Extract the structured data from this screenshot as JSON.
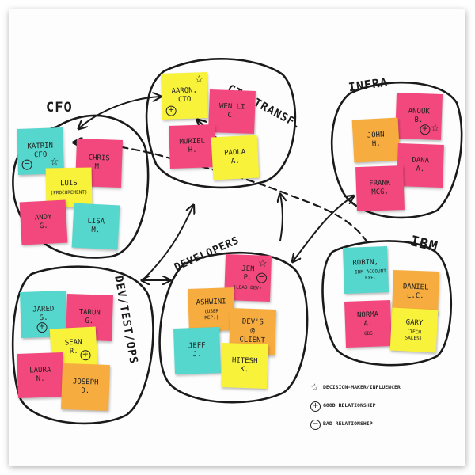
{
  "groups": {
    "cfo": "CFO",
    "cto": "CTO TRANSF.",
    "infra": "INFRA",
    "ibm": "IBM",
    "developers": "DEVELOPERS",
    "devtestops": "DEV/TEST/OPS"
  },
  "notes": {
    "katrin": {
      "name1": "KATRIN",
      "name2": "CFO",
      "color": "#55d7cd"
    },
    "chris": {
      "name1": "CHRIS",
      "name2": "M.",
      "color": "#f3487e"
    },
    "luis": {
      "name1": "LUIS",
      "desc": "(PROCUREMENT)",
      "color": "#f8f23a"
    },
    "andy": {
      "name1": "ANDY",
      "name2": "G.",
      "color": "#f3487e"
    },
    "lisa": {
      "name1": "LISA",
      "name2": "M.",
      "color": "#55d7cd"
    },
    "aaron": {
      "name1": "AARON,",
      "name2": "CTO",
      "color": "#f8f23a"
    },
    "wenli": {
      "name1": "WEN LI",
      "name2": "C.",
      "color": "#f3487e"
    },
    "muriel": {
      "name1": "MURIEL",
      "name2": "H.",
      "color": "#f3487e"
    },
    "paola": {
      "name1": "PAOLA",
      "name2": "A.",
      "color": "#f8f23a"
    },
    "anouk": {
      "name1": "ANOUK",
      "name2": "B.",
      "color": "#f3487e"
    },
    "john": {
      "name1": "JOHN",
      "name2": "H.",
      "color": "#f6ac3e"
    },
    "dana": {
      "name1": "DANA",
      "name2": "A.",
      "color": "#f3487e"
    },
    "frank": {
      "name1": "FRANK",
      "name2": "McG.",
      "color": "#f3487e"
    },
    "robin": {
      "name1": "ROBIN,",
      "desc": "IBM ACCOUNT EXEC",
      "color": "#55d7cd"
    },
    "daniel": {
      "name1": "DANIEL",
      "name2": "L.C.",
      "color": "#f6ac3e"
    },
    "norma": {
      "name1": "NORMA",
      "name2": "A.",
      "desc": "GBS",
      "color": "#f3487e"
    },
    "gary": {
      "name1": "GARY",
      "desc": "(TECH SALES)",
      "color": "#f8f23a"
    },
    "jenp": {
      "name1": "JEN",
      "name2": "P.",
      "desc": "(LEAD DEV)",
      "color": "#f3487e"
    },
    "ashwini": {
      "name1": "ASHWINI",
      "desc": "(USER REP.)",
      "color": "#f6ac3e"
    },
    "devs": {
      "name1": "DEV'S",
      "name2": "@",
      "name3": "CLIENT",
      "color": "#f6ac3e"
    },
    "jeff": {
      "name1": "JEFF",
      "name2": "J.",
      "color": "#55d7cd"
    },
    "hitesh": {
      "name1": "HITESH",
      "name2": "K.",
      "color": "#f8f23a"
    },
    "jared": {
      "name1": "JARED",
      "name2": "S.",
      "color": "#55d7cd"
    },
    "tarun": {
      "name1": "TARUN",
      "name2": "G.",
      "color": "#f3487e"
    },
    "sean": {
      "name1": "SEAN",
      "name2": "R.",
      "color": "#f8f23a"
    },
    "laura": {
      "name1": "LAURA",
      "name2": "N.",
      "color": "#f3487e"
    },
    "joseph": {
      "name1": "JOSEPH",
      "name2": "D.",
      "color": "#f6ac3e"
    }
  },
  "legend": {
    "decision": "DECISION-MAKER/INFLUENCER",
    "good": "GOOD RELATIONSHIP",
    "bad": "BAD RELATIONSHIP"
  },
  "symbols": {
    "star": "☆",
    "plus": "+",
    "minus": "−"
  },
  "colors": {
    "ink": "#1a1a1a",
    "yellow": "#f8f23a",
    "pink": "#f3487e",
    "orange": "#f6ac3e",
    "teal": "#55d7cd"
  }
}
